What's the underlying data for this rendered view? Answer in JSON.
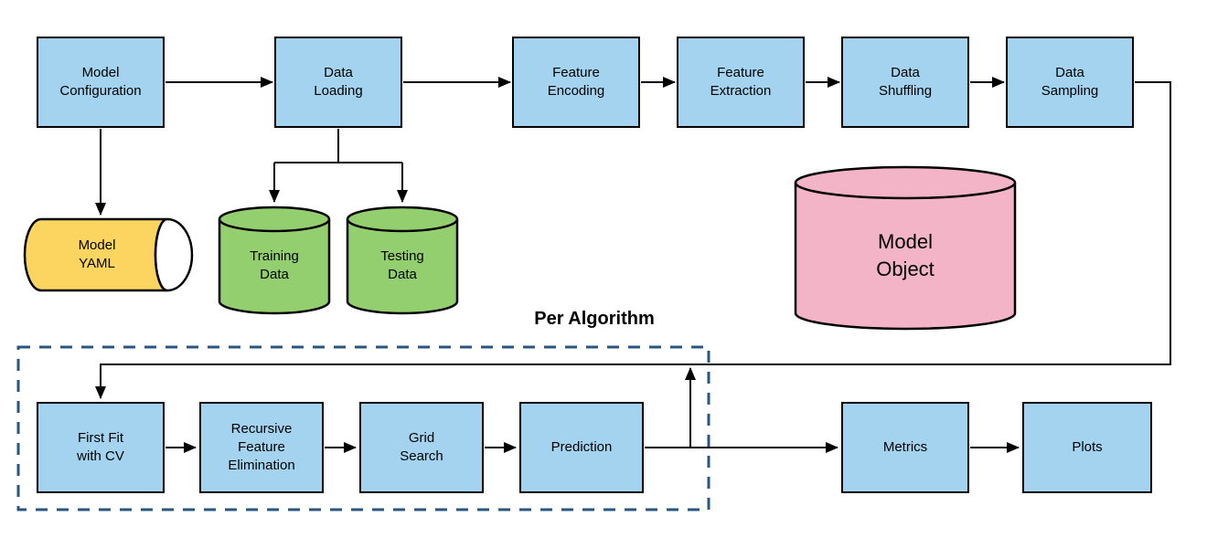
{
  "title": "Machine learning pipeline flowchart",
  "colors": {
    "process_fill": "#A4D3F0",
    "data_store_fill": "#93CE6F",
    "config_file_fill": "#FBD55F",
    "model_object_fill": "#F2B4C6",
    "outline": "#000000",
    "group_border": "#2A557F",
    "background": "#FFFFFF"
  },
  "diagram": {
    "group_label": "Per Algorithm",
    "nodes": {
      "model_configuration": {
        "label": "Model\nConfiguration"
      },
      "data_loading": {
        "label": "Data\nLoading"
      },
      "feature_encoding": {
        "label": "Feature\nEncoding"
      },
      "feature_extraction": {
        "label": "Feature\nExtraction"
      },
      "data_shuffling": {
        "label": "Data\nShuffling"
      },
      "data_sampling": {
        "label": "Data\nSampling"
      },
      "model_yaml": {
        "label": "Model\nYAML"
      },
      "training_data": {
        "label": "Training\nData"
      },
      "testing_data": {
        "label": "Testing\nData"
      },
      "model_object": {
        "label": "Model\nObject"
      },
      "first_fit": {
        "label": "First Fit\nwith CV"
      },
      "recursive_feature_elimination": {
        "label": "Recursive\nFeature\nElimination"
      },
      "grid_search": {
        "label": "Grid\nSearch"
      },
      "prediction": {
        "label": "Prediction"
      },
      "metrics": {
        "label": "Metrics"
      },
      "plots": {
        "label": "Plots"
      }
    },
    "edges": [
      {
        "from": "Model Configuration",
        "to": "Data Loading"
      },
      {
        "from": "Data Loading",
        "to": "Feature Encoding"
      },
      {
        "from": "Feature Encoding",
        "to": "Feature Extraction"
      },
      {
        "from": "Feature Extraction",
        "to": "Data Shuffling"
      },
      {
        "from": "Data Shuffling",
        "to": "Data Sampling"
      },
      {
        "from": "Model Configuration",
        "to": "Model YAML"
      },
      {
        "from": "Data Loading",
        "to": "Training Data"
      },
      {
        "from": "Data Loading",
        "to": "Testing Data"
      },
      {
        "from": "Data Sampling",
        "to": "First Fit with CV"
      },
      {
        "from": "First Fit with CV",
        "to": "Recursive Feature Elimination"
      },
      {
        "from": "Recursive Feature Elimination",
        "to": "Grid Search"
      },
      {
        "from": "Grid Search",
        "to": "Prediction"
      },
      {
        "from": "Prediction",
        "to": "First Fit with CV",
        "type": "loop"
      },
      {
        "from": "Prediction",
        "to": "Metrics"
      },
      {
        "from": "Metrics",
        "to": "Plots"
      }
    ]
  }
}
